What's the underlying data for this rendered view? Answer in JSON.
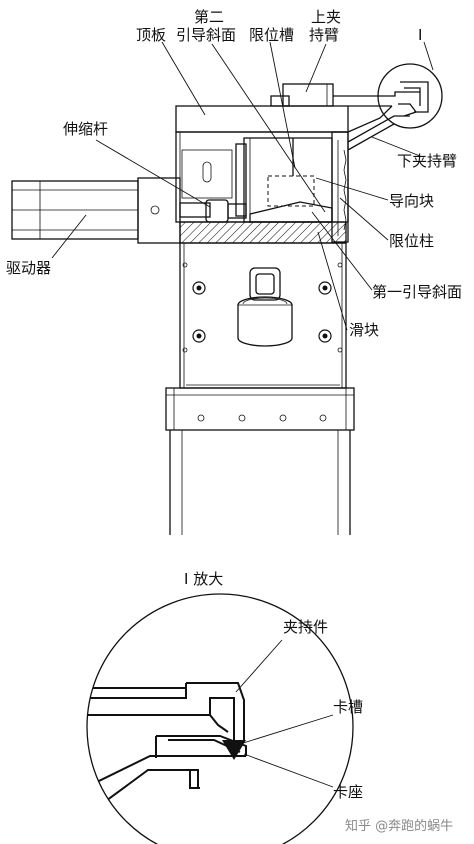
{
  "labels": {
    "top_plate": "顶板",
    "second_guide_line1": "第二",
    "second_guide_line2": "引导斜面",
    "limit_groove": "限位槽",
    "upper_clamp_arm_line1": "上夹",
    "upper_clamp_arm_line2": "持臂",
    "detail_marker": "I",
    "telescopic_rod": "伸缩杆",
    "lower_clamp_arm": "下夹持臂",
    "guide_block": "导向块",
    "limit_post": "限位柱",
    "driver": "驱动器",
    "first_guide_slope": "第一引导斜面",
    "slider": "滑块",
    "detail_title": "I 放大",
    "clamp_piece": "夹持件",
    "card_slot": "卡槽",
    "card_seat": "卡座"
  },
  "watermark": "知乎 @奔跑的蜗牛"
}
